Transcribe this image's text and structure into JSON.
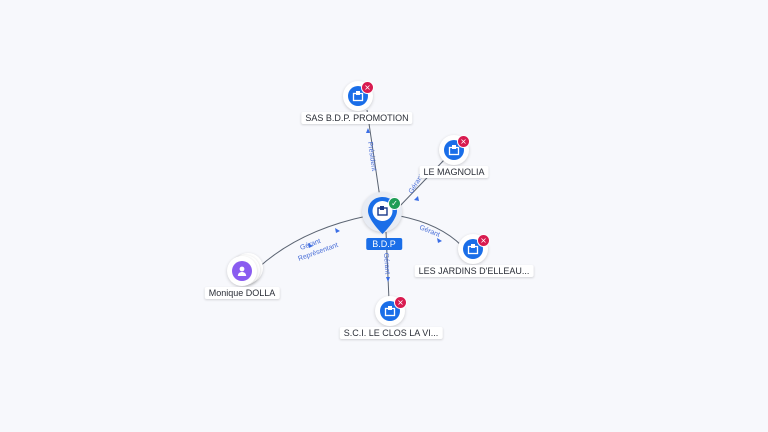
{
  "center": {
    "label": "B.D.P",
    "status": "active",
    "icon": "company-icon"
  },
  "nodes": [
    {
      "id": "sas",
      "label": "SAS B.D.P. PROMOTION",
      "icon": "company-icon",
      "status": "closed"
    },
    {
      "id": "magnolia",
      "label": "LE MAGNOLIA",
      "icon": "company-icon",
      "status": "closed"
    },
    {
      "id": "jardins",
      "label": "LES JARDINS D'ELLEAU...",
      "icon": "company-icon",
      "status": "closed"
    },
    {
      "id": "sci",
      "label": "S.C.I. LE CLOS LA VI...",
      "icon": "company-icon",
      "status": "closed"
    },
    {
      "id": "monique",
      "label": "Monique DOLLA",
      "icon": "person-icon",
      "status": "none"
    }
  ],
  "edges": [
    {
      "to": "sas",
      "label": "Président"
    },
    {
      "to": "magnolia",
      "label": "Gérant"
    },
    {
      "to": "jardins",
      "label": "Gérant"
    },
    {
      "to": "sci",
      "label": "Gérant"
    },
    {
      "to": "monique",
      "label": "Gérant",
      "label2": "Représentant"
    }
  ],
  "colors": {
    "company": "#1a6ee8",
    "person": "#8a5cf0",
    "closed_badge": "#d81b50",
    "active_badge": "#1f9d55",
    "edge_label": "#4a6fd8"
  }
}
